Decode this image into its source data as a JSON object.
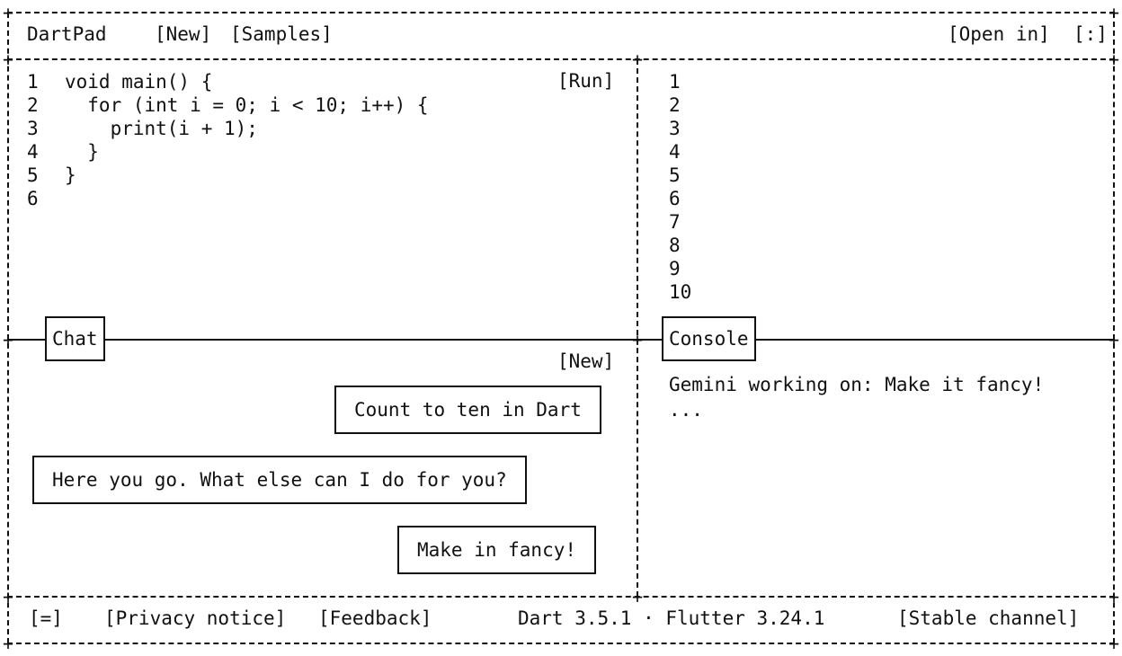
{
  "topbar": {
    "title": "DartPad",
    "new_label": "[New]",
    "samples_label": "[Samples]",
    "open_in_label": "[Open in]",
    "menu_label": "[:]"
  },
  "editor": {
    "run_label": "[Run]",
    "lines": [
      {
        "num": "1",
        "code": "void main() {"
      },
      {
        "num": "2",
        "code": "  for (int i = 0; i < 10; i++) {"
      },
      {
        "num": "3",
        "code": "    print(i + 1);"
      },
      {
        "num": "4",
        "code": "  }"
      },
      {
        "num": "5",
        "code": "}"
      },
      {
        "num": "6",
        "code": ""
      }
    ]
  },
  "output": {
    "lines": [
      "1",
      "2",
      "3",
      "4",
      "5",
      "6",
      "7",
      "8",
      "9",
      "10"
    ]
  },
  "chat": {
    "tab_label": "Chat",
    "new_label": "[New]",
    "messages": [
      {
        "role": "user",
        "text": "Count to ten in Dart"
      },
      {
        "role": "assistant",
        "text": "Here you go. What else can I do for you?"
      },
      {
        "role": "user",
        "text": "Make in fancy!"
      }
    ]
  },
  "console": {
    "tab_label": "Console",
    "status": "Gemini working on: Make it fancy!",
    "progress": "..."
  },
  "footer": {
    "menu_label": "[=]",
    "privacy_label": "[Privacy notice]",
    "feedback_label": "[Feedback]",
    "version": "Dart 3.5.1 · Flutter 3.24.1",
    "channel_label": "[Stable channel]"
  }
}
